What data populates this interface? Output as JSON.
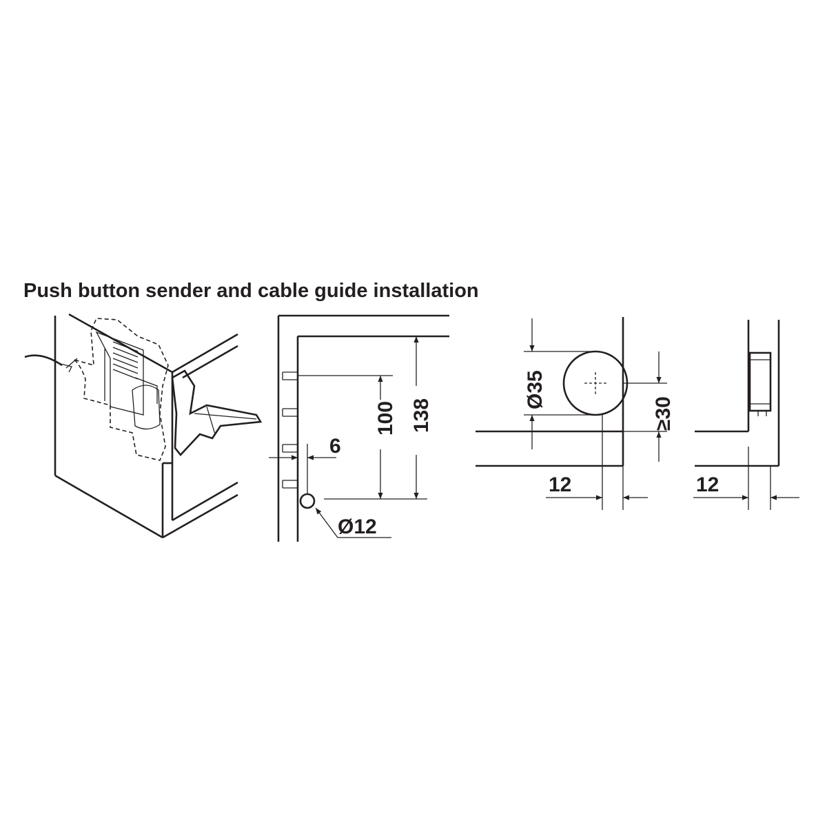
{
  "title": "Push button sender and cable guide installation",
  "colors": {
    "line": "#231f20",
    "background": "#ffffff"
  },
  "dimensions": {
    "hole_diameter_small": "Ø12",
    "hole_offset": "6",
    "hole_spacing": "100",
    "overall_height": "138",
    "bore_diameter": "Ø35",
    "min_distance": "≥30",
    "edge_offset_side": "12",
    "edge_offset_end": "12"
  }
}
